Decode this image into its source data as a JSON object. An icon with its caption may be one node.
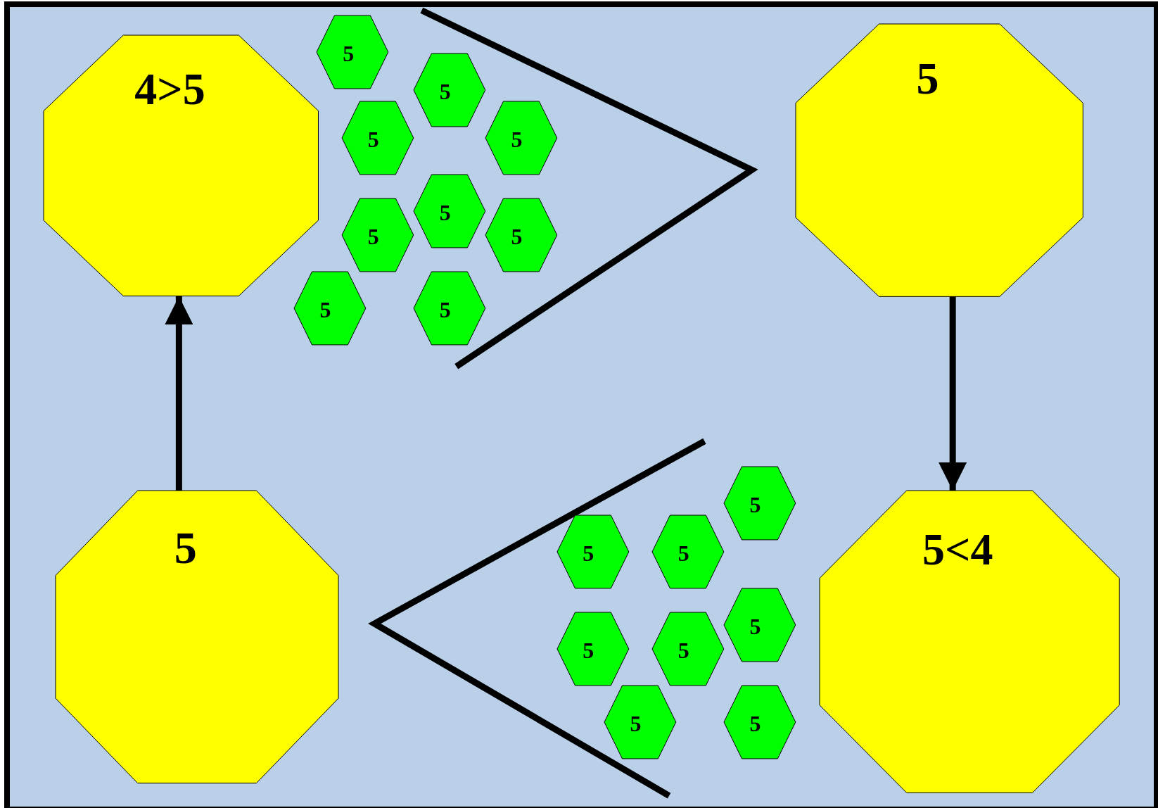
{
  "diagram": {
    "nodes": [
      {
        "text": [
          "4>5"
        ]
      },
      {
        "text": [
          "5"
        ]
      },
      {
        "text": [
          "5"
        ]
      },
      {
        "text": [
          "5"
        ]
      },
      {
        "text": [
          "5"
        ]
      },
      {
        "text": [
          "5"
        ]
      },
      {
        "text": [
          "5"
        ]
      },
      {
        "text": [
          "5"
        ]
      },
      {
        "text": [
          "5"
        ]
      },
      {
        "text": [
          "5"
        ]
      },
      {
        "text": [
          "5"
        ]
      },
      {
        "text": [
          "5"
        ]
      },
      {
        "text": [
          "5"
        ]
      },
      {
        "text": [
          "5"
        ]
      },
      {
        "text": [
          "5"
        ]
      },
      {
        "text": [
          "5"
        ]
      },
      {
        "text": [
          "5"
        ]
      },
      {
        "text": [
          "5"
        ]
      },
      {
        "text": [
          "5"
        ]
      },
      {
        "text": [
          "5"
        ]
      },
      {
        "text": [
          "5<4"
        ]
      }
    ],
    "edges": [
      {
        "from": 11,
        "to": 0,
        "arrow": "to"
      },
      {
        "from": 10,
        "to": 20,
        "arrow": "to"
      }
    ]
  }
}
